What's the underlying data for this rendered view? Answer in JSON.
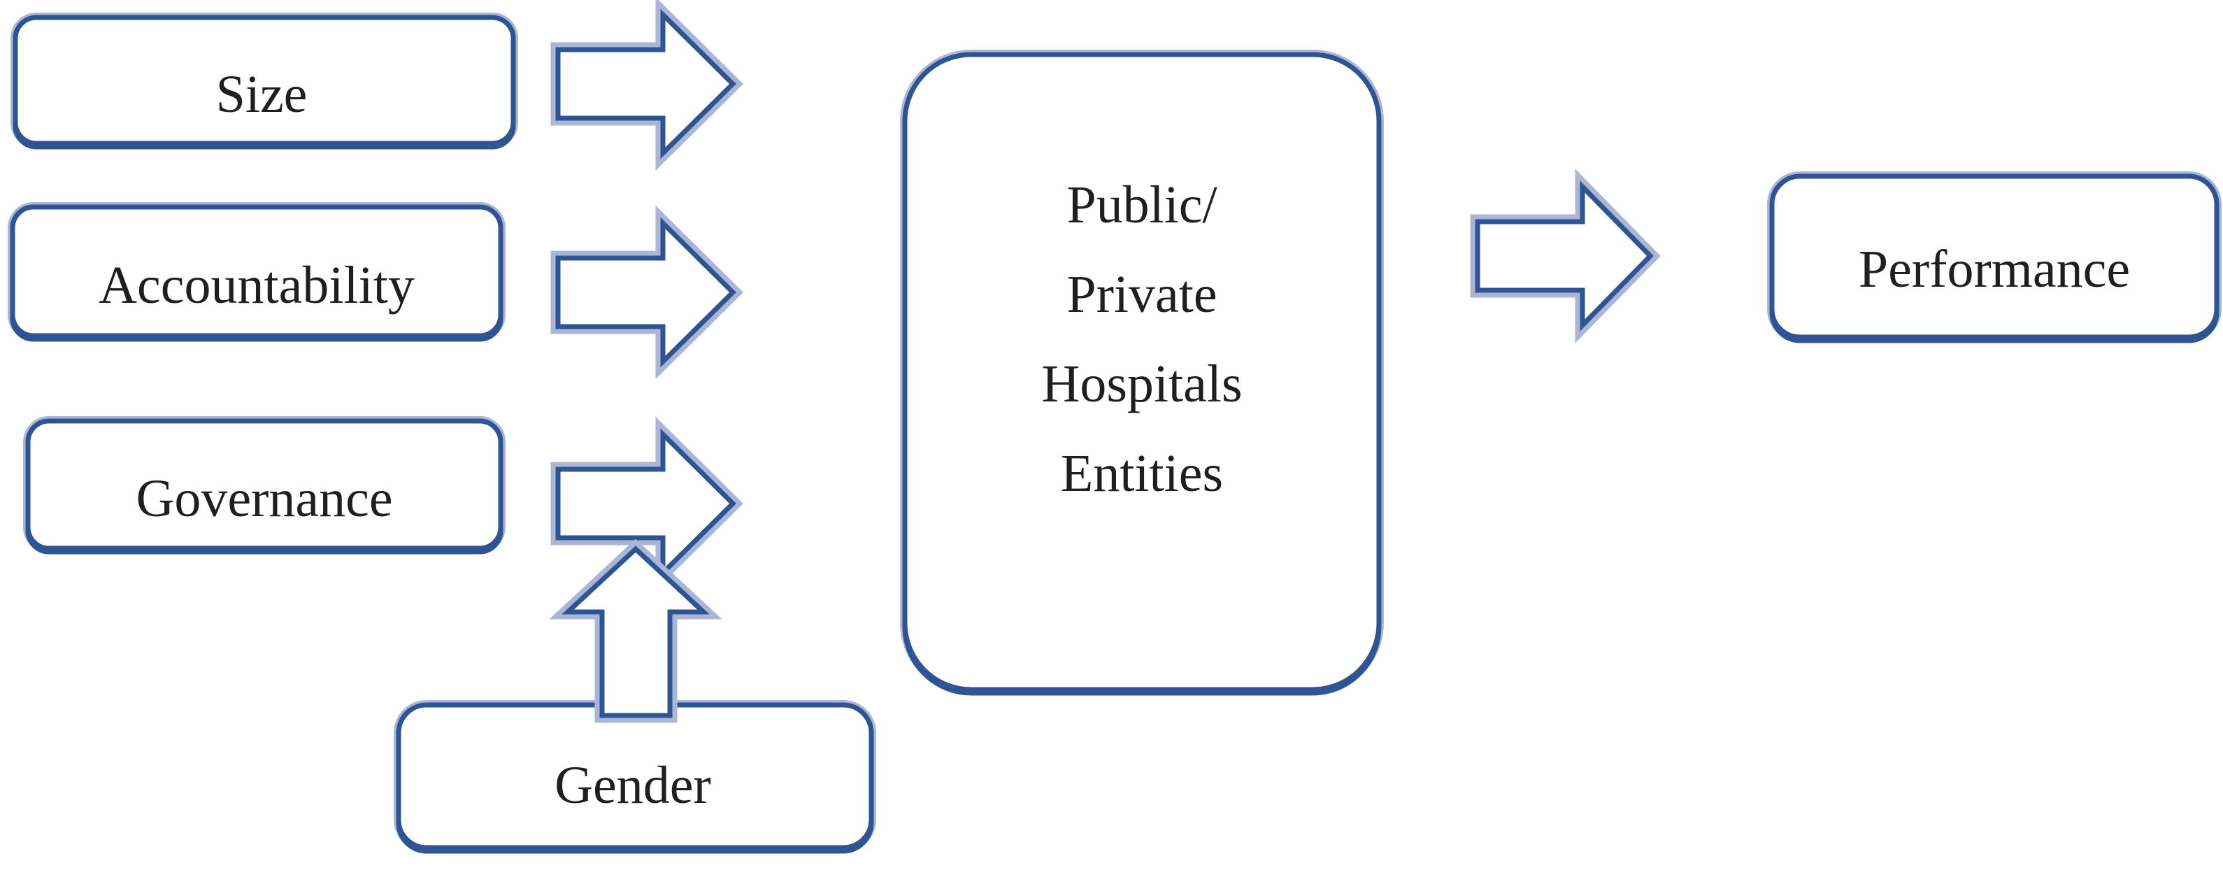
{
  "figure": {
    "background": "#ffffff",
    "colors": {
      "border": "#2e5493",
      "bevel": "#a9b6d6",
      "text": "#1f1f1f"
    },
    "nodes": {
      "size": {
        "label": "Size"
      },
      "accountability": {
        "label": "Accountability"
      },
      "governance": {
        "label": "Governance"
      },
      "gender": {
        "label": "Gender"
      },
      "hospitals": {
        "lines": [
          "Public/",
          "Private",
          "Hospitals",
          "Entities"
        ]
      },
      "performance": {
        "label": "Performance"
      }
    }
  }
}
